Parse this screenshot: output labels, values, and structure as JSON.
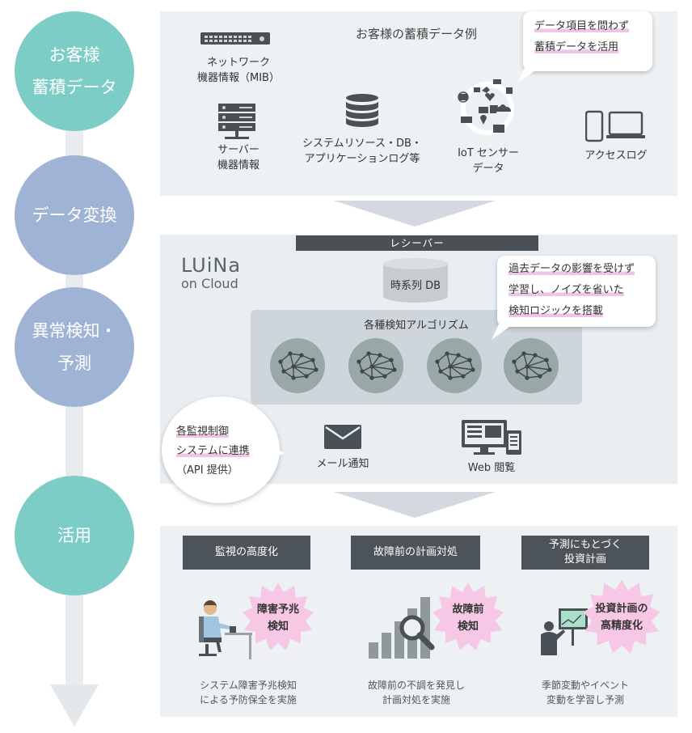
{
  "stages": [
    {
      "label": "お客様\n蓄積データ"
    },
    {
      "label": "データ変換"
    },
    {
      "label": "異常検知・\n予測"
    },
    {
      "label": "活用"
    }
  ],
  "data_examples": {
    "title": "お客様の蓄積データ例",
    "items": [
      {
        "label": "ネットワーク\n機器情報（MIB）",
        "icon": "network-switch-icon"
      },
      {
        "label": "サーバー\n機器情報",
        "icon": "server-icon"
      },
      {
        "label": "システムリソース・DB・\nアプリケーションログ等",
        "icon": "database-icon"
      },
      {
        "label": "IoT センサー\nデータ",
        "icon": "iot-cloud-icon"
      },
      {
        "label": "アクセスログ",
        "icon": "devices-icon"
      }
    ],
    "bubble": [
      "データ項目を問わず",
      "蓄積データを活用"
    ]
  },
  "luina": {
    "logo_main": "LUiNa",
    "logo_sub": "on Cloud",
    "receiver": "レシーバー",
    "db_label": "時系列 DB",
    "algo_title": "各種検知アルゴリズム",
    "algo_bubble": [
      "過去データの影響を受けず",
      "学習し、ノイズを省いた",
      "検知ロジックを搭載"
    ],
    "api_bubble": [
      "各監視制御",
      "システムに連携",
      "（API 提供）"
    ],
    "mail_label": "メール通知",
    "web_label": "Web 閲覧"
  },
  "usage": [
    {
      "header": "監視の高度化",
      "burst": "障害予兆\n検知",
      "caption": "システム障害予兆検知\nによる予防保全を実施"
    },
    {
      "header": "故障前の計画対処",
      "burst": "故障前\n検知",
      "caption": "故障前の不調を発見し\n計画対処を実施"
    },
    {
      "header": "予測にもとづく\n投資計画",
      "burst": "投資計画の\n高精度化",
      "caption": "季節変動やイベント\n変動を学習し予測"
    }
  ],
  "colors": {
    "teal": "#7ccdc5",
    "blue": "#9fb3d4",
    "dark_header": "#4d5459",
    "burst_pink": "#f7c8e6",
    "highlight": "#ecc5e7"
  }
}
